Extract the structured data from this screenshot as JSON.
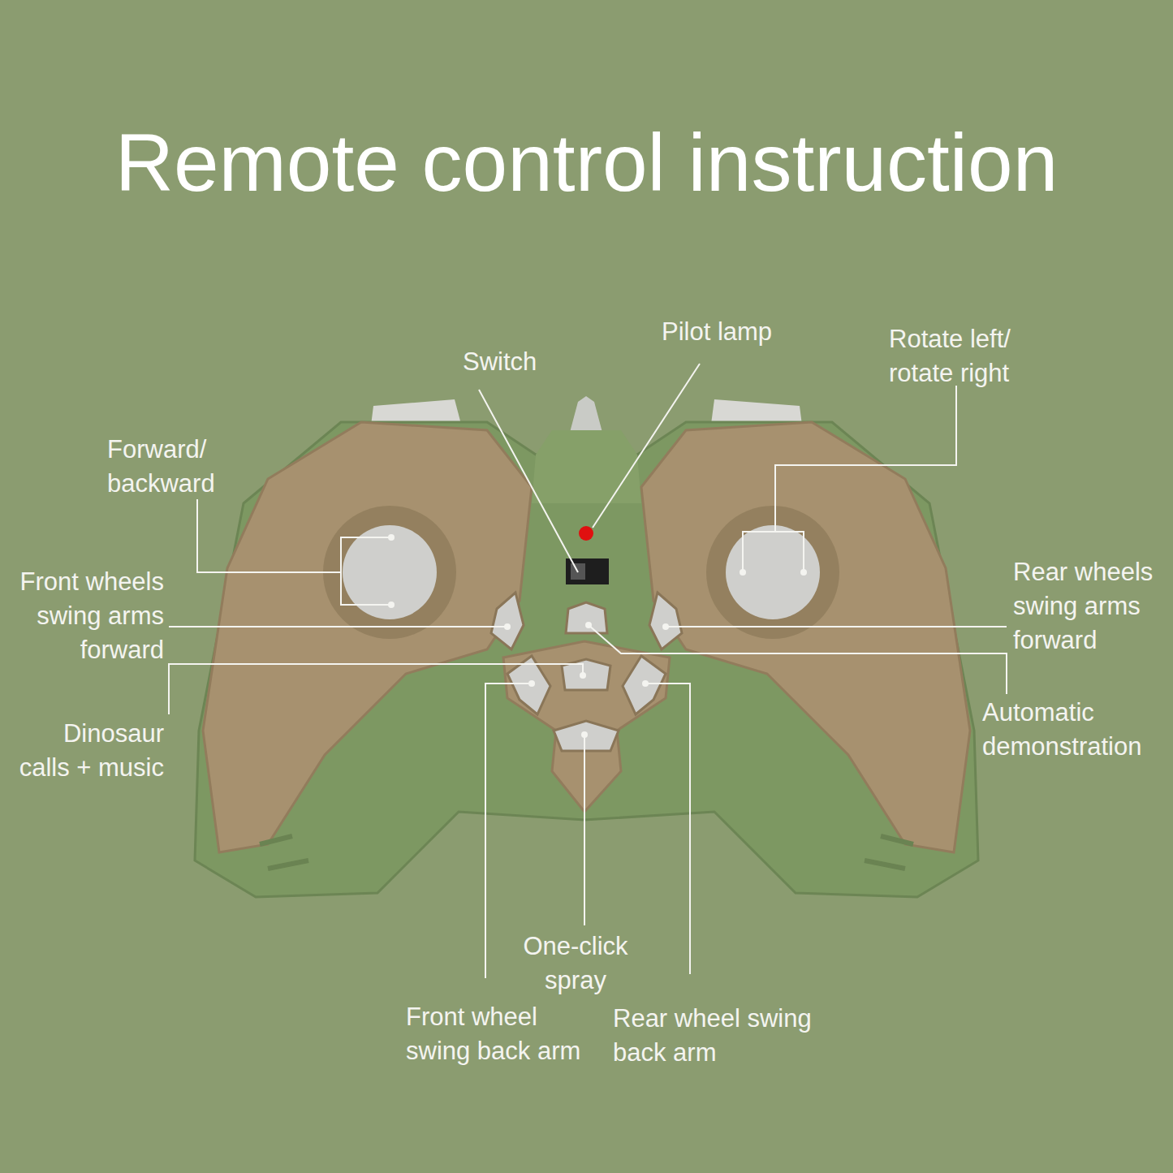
{
  "diagram": {
    "title": "Remote control instruction",
    "labels": [
      "Switch",
      "Pilot lamp",
      "Rotate left/ rotate right",
      "Forward/ backward",
      "Front wheels swing arms forward",
      "Rear wheels swing arms forward",
      "Dinosaur calls + music",
      "Automatic demonstration",
      "One-click spray",
      "Front wheel swing back arm",
      "Rear wheel swing back arm"
    ]
  }
}
